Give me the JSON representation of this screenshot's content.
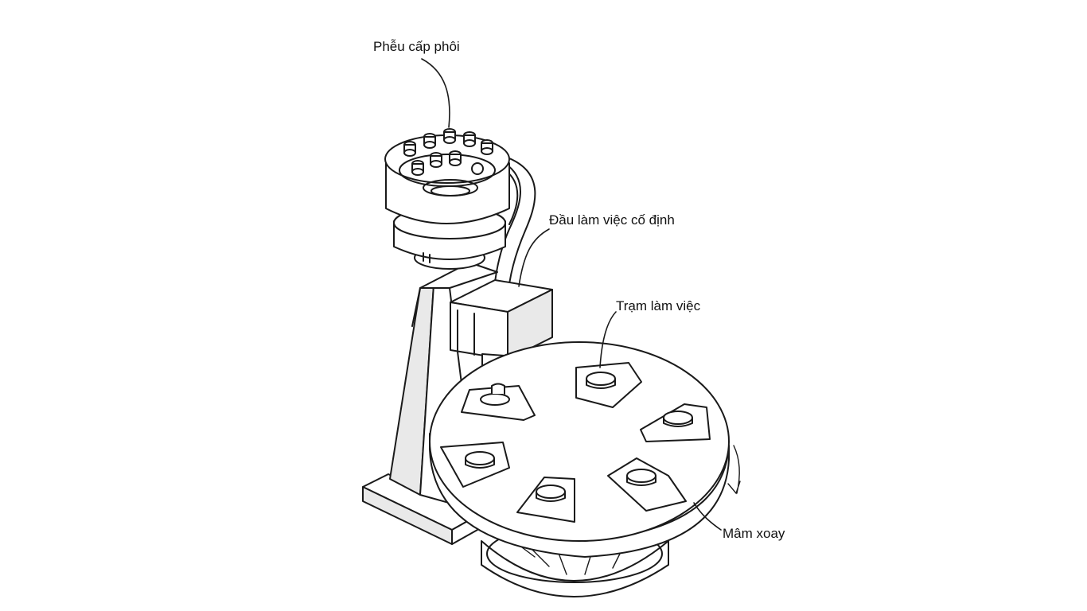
{
  "labels": {
    "hopper": "Phễu cấp phôi",
    "fixed_head": "Đầu làm việc cố định",
    "workstation": "Trạm làm việc",
    "turntable": "Mâm xoay"
  }
}
